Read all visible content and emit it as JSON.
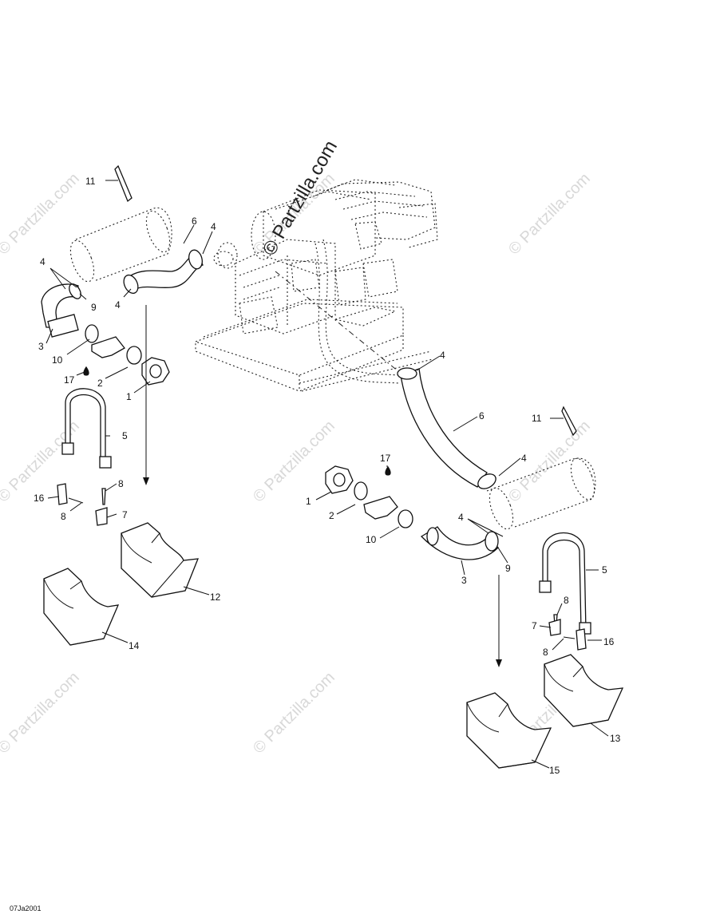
{
  "watermark": {
    "main": "© Partzilla.com",
    "tile": "© Partzilla.com"
  },
  "diagram_code": "07Ja2001",
  "callouts": {
    "left": {
      "n11": "11",
      "n6": "6",
      "n4a": "4",
      "n4b": "4",
      "n4c": "4",
      "n9": "9",
      "n3": "3",
      "n10": "10",
      "n17": "17",
      "n2": "2",
      "n1": "1",
      "n5": "5",
      "n8a": "8",
      "n16": "16",
      "n8b": "8",
      "n7": "7",
      "n12": "12",
      "n14": "14"
    },
    "right": {
      "n4a": "4",
      "n11": "11",
      "n6": "6",
      "n4b": "4",
      "n17": "17",
      "n1": "1",
      "n2": "2",
      "n4c": "4",
      "n10": "10",
      "n9": "9",
      "n3": "3",
      "n5": "5",
      "n8a": "8",
      "n7": "7",
      "n8b": "8",
      "n16": "16",
      "n13": "13",
      "n15": "15"
    }
  }
}
